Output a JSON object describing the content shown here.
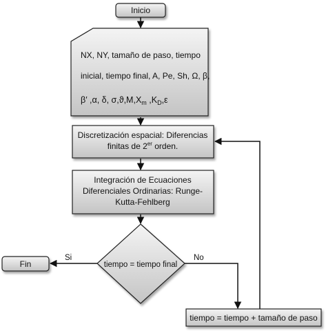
{
  "nodes": {
    "start": {
      "label": "Inicio"
    },
    "input": {
      "line1": "NX, NY, tamaño de paso, tiempo",
      "line2": "inicial, tiempo final, A, Pe, Sh, Ω, β,",
      "line3": {
        "a": "β′ ,α, δ, σ,ϑ,M,X",
        "sub_m": "m",
        "b": " ,K",
        "sub_d": "D",
        "c": ",ε"
      }
    },
    "discretization": {
      "line1": "Discretización espacial: Diferencias",
      "line2_pre": "finitas de 2",
      "line2_sup": "er",
      "line2_post": " orden."
    },
    "integration": {
      "line1": "Integración de Ecuaciones",
      "line2": "Diferenciales Ordinarias: Runge-",
      "line3": "Kutta-Fehlberg"
    },
    "decision": {
      "label": "tiempo = tiempo final"
    },
    "end": {
      "label": "Fin"
    },
    "update": {
      "label": "tiempo = tiempo + tamaño de paso"
    }
  },
  "edges": {
    "yes_label": "Si",
    "no_label": "No"
  },
  "colors": {
    "box_light": "#f4f4f4",
    "box_dark": "#bdbdbd",
    "stroke": "#222222"
  }
}
